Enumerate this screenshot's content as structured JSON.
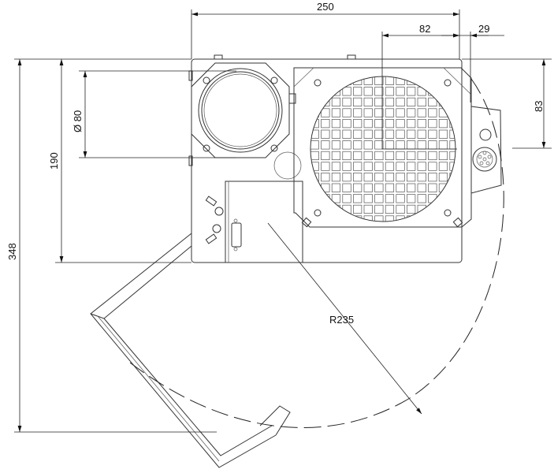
{
  "dimensions": {
    "width_total": "250",
    "fan_offset": "82",
    "connector_offset": "29",
    "fan_height": "83",
    "lens_diameter": "Ø 80",
    "body_height": "190",
    "overall_height": "348",
    "swing_radius": "R235"
  }
}
